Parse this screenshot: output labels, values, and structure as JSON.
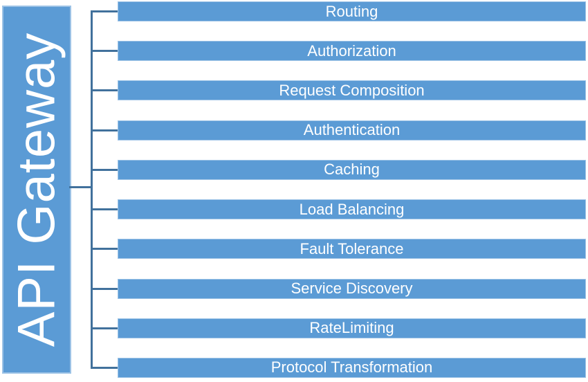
{
  "diagram": {
    "title": "API Gateway",
    "features": [
      "Routing",
      "Authorization",
      "Request Composition",
      "Authentication",
      "Caching",
      "Load Balancing",
      "Fault Tolerance",
      "Service Discovery",
      "RateLimiting",
      "Protocol Transformation"
    ],
    "colors": {
      "shape_fill": "#5b9bd5",
      "shape_border": "#9dc3e6",
      "connector": "#41719c",
      "text": "#ffffff",
      "background": "#ffffff"
    }
  }
}
